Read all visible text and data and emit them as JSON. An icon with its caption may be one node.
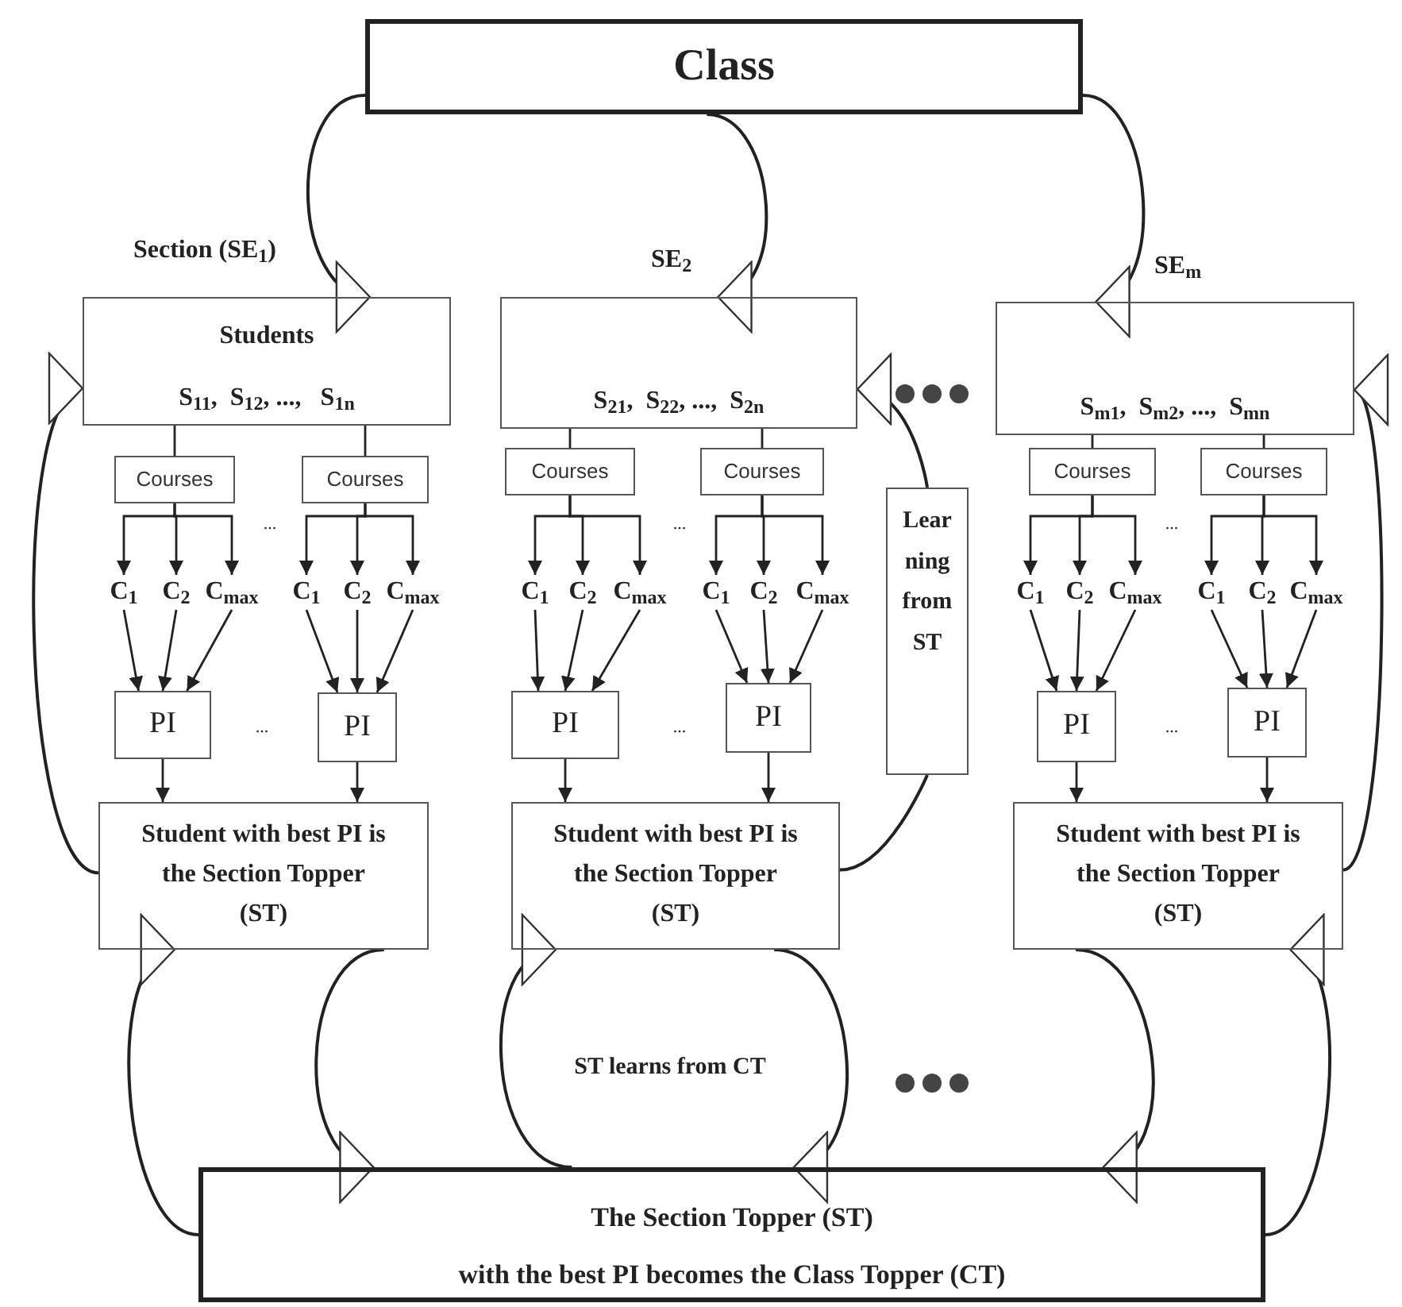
{
  "diagram": {
    "nodes": [
      {
        "text": [
          "Class"
        ]
      },
      {
        "text": [
          "Students",
          "S$_{11}$,  S$_{12}$, ...,   S$_{1n}$"
        ],
        "beside": [
          "Section (SE$_{1}$)"
        ]
      },
      {
        "text": [
          "S$_{21}$,  S$_{22}$, ...,  S$_{2n}$"
        ],
        "beside": [
          "SE$_{2}$"
        ]
      },
      {
        "text": [
          "S$_{m1}$,  S$_{m2}$, ...,  S$_{mn}$"
        ],
        "beside": [
          "SE$_{m}$"
        ]
      },
      {
        "text": [
          "Courses"
        ]
      },
      {
        "text": [
          "C$_{1}$"
        ]
      },
      {
        "text": [
          "C$_{2}$"
        ]
      },
      {
        "text": [
          "C$_{max}$"
        ]
      },
      {
        "text": [
          "PI"
        ]
      },
      {
        "text": [
          "Courses"
        ]
      },
      {
        "text": [
          "C$_{1}$"
        ]
      },
      {
        "text": [
          "C$_{2}$"
        ]
      },
      {
        "text": [
          "C$_{max}$"
        ]
      },
      {
        "text": [
          "PI"
        ]
      },
      {
        "text": [
          "Courses"
        ]
      },
      {
        "text": [
          "C$_{1}$"
        ]
      },
      {
        "text": [
          "C$_{2}$"
        ]
      },
      {
        "text": [
          "C$_{max}$"
        ]
      },
      {
        "text": [
          "PI"
        ]
      },
      {
        "text": [
          "Courses"
        ]
      },
      {
        "text": [
          "C$_{1}$"
        ]
      },
      {
        "text": [
          "C$_{2}$"
        ]
      },
      {
        "text": [
          "C$_{max}$"
        ]
      },
      {
        "text": [
          "PI"
        ]
      },
      {
        "text": [
          "Courses"
        ]
      },
      {
        "text": [
          "C$_{1}$"
        ]
      },
      {
        "text": [
          "C$_{2}$"
        ]
      },
      {
        "text": [
          "C$_{max}$"
        ]
      },
      {
        "text": [
          "PI"
        ]
      },
      {
        "text": [
          "Courses"
        ]
      },
      {
        "text": [
          "C$_{1}$"
        ]
      },
      {
        "text": [
          "C$_{2}$"
        ]
      },
      {
        "text": [
          "C$_{max}$"
        ]
      },
      {
        "text": [
          "PI"
        ]
      },
      {
        "text": [
          "Learning from ST"
        ]
      },
      {
        "text": [
          "Student with best PI is the Section Topper (ST)"
        ]
      },
      {
        "text": [
          "Student with best PI is the Section Topper (ST)"
        ]
      },
      {
        "text": [
          "Student with best PI is the Section Topper (ST)"
        ]
      },
      {
        "text": [
          "The Section Topper (ST)",
          "with the best PI becomes the Class Topper (CT)"
        ]
      }
    ],
    "edges": [
      {
        "from": 0,
        "to": 1,
        "arrow": "to"
      },
      {
        "from": 0,
        "to": 2,
        "arrow": "to"
      },
      {
        "from": 0,
        "to": 3,
        "arrow": "to"
      },
      {
        "from": 1,
        "to": 4,
        "arrow": "none"
      },
      {
        "from": 1,
        "to": 9,
        "arrow": "none"
      },
      {
        "from": 2,
        "to": 14,
        "arrow": "none"
      },
      {
        "from": 2,
        "to": 19,
        "arrow": "none"
      },
      {
        "from": 3,
        "to": 24,
        "arrow": "none"
      },
      {
        "from": 3,
        "to": 29,
        "arrow": "none"
      },
      {
        "from": 4,
        "to": 5,
        "arrow": "to"
      },
      {
        "from": 4,
        "to": 6,
        "arrow": "to"
      },
      {
        "from": 4,
        "to": 7,
        "arrow": "to"
      },
      {
        "from": 5,
        "to": 8,
        "arrow": "to"
      },
      {
        "from": 6,
        "to": 8,
        "arrow": "to"
      },
      {
        "from": 7,
        "to": 8,
        "arrow": "to"
      },
      {
        "from": 8,
        "to": 35,
        "arrow": "to"
      },
      {
        "from": 9,
        "to": 10,
        "arrow": "to"
      },
      {
        "from": 9,
        "to": 11,
        "arrow": "to"
      },
      {
        "from": 9,
        "to": 12,
        "arrow": "to"
      },
      {
        "from": 10,
        "to": 13,
        "arrow": "to"
      },
      {
        "from": 11,
        "to": 13,
        "arrow": "to"
      },
      {
        "from": 12,
        "to": 13,
        "arrow": "to"
      },
      {
        "from": 13,
        "to": 35,
        "arrow": "to"
      },
      {
        "from": 14,
        "to": 15,
        "arrow": "to"
      },
      {
        "from": 14,
        "to": 16,
        "arrow": "to"
      },
      {
        "from": 14,
        "to": 17,
        "arrow": "to"
      },
      {
        "from": 15,
        "to": 18,
        "arrow": "to"
      },
      {
        "from": 16,
        "to": 18,
        "arrow": "to"
      },
      {
        "from": 17,
        "to": 18,
        "arrow": "to"
      },
      {
        "from": 18,
        "to": 36,
        "arrow": "to"
      },
      {
        "from": 19,
        "to": 20,
        "arrow": "to"
      },
      {
        "from": 19,
        "to": 21,
        "arrow": "to"
      },
      {
        "from": 19,
        "to": 22,
        "arrow": "to"
      },
      {
        "from": 20,
        "to": 23,
        "arrow": "to"
      },
      {
        "from": 21,
        "to": 23,
        "arrow": "to"
      },
      {
        "from": 22,
        "to": 23,
        "arrow": "to"
      },
      {
        "from": 23,
        "to": 36,
        "arrow": "to"
      },
      {
        "from": 24,
        "to": 25,
        "arrow": "to"
      },
      {
        "from": 24,
        "to": 26,
        "arrow": "to"
      },
      {
        "from": 24,
        "to": 27,
        "arrow": "to"
      },
      {
        "from": 25,
        "to": 28,
        "arrow": "to"
      },
      {
        "from": 26,
        "to": 28,
        "arrow": "to"
      },
      {
        "from": 27,
        "to": 28,
        "arrow": "to"
      },
      {
        "from": 28,
        "to": 37,
        "arrow": "to"
      },
      {
        "from": 29,
        "to": 30,
        "arrow": "to"
      },
      {
        "from": 29,
        "to": 31,
        "arrow": "to"
      },
      {
        "from": 29,
        "to": 32,
        "arrow": "to"
      },
      {
        "from": 30,
        "to": 33,
        "arrow": "to"
      },
      {
        "from": 31,
        "to": 33,
        "arrow": "to"
      },
      {
        "from": 32,
        "to": 33,
        "arrow": "to"
      },
      {
        "from": 33,
        "to": 37,
        "arrow": "to"
      },
      {
        "from": 35,
        "to": 1,
        "arrow": "to"
      },
      {
        "from": 36,
        "to": 34,
        "arrow": "none"
      },
      {
        "from": 34,
        "to": 2,
        "arrow": "to"
      },
      {
        "from": 37,
        "to": 3,
        "arrow": "to"
      },
      {
        "from": 38,
        "to": 35,
        "arrow": "to"
      },
      {
        "from": 35,
        "to": 38,
        "arrow": "to"
      },
      {
        "from": 38,
        "to": 36,
        "arrow": "to"
      },
      {
        "from": 36,
        "to": 38,
        "arrow": "to"
      },
      {
        "from": 37,
        "to": 38,
        "arrow": "to"
      },
      {
        "from": 38,
        "to": 37,
        "arrow": "to"
      }
    ],
    "labels": [
      "...",
      "...",
      "...",
      "...",
      "...",
      "...",
      "ST learns from CT"
    ]
  }
}
